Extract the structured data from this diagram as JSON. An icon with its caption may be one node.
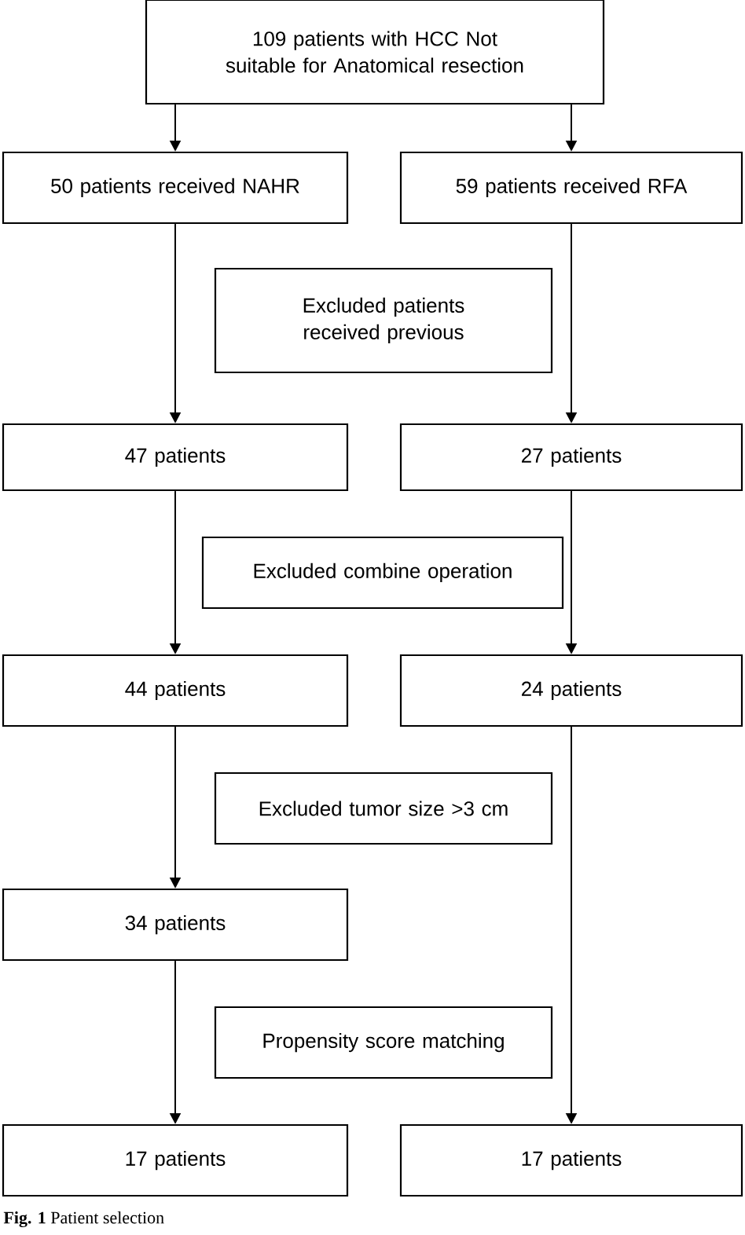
{
  "diagram": {
    "caption": "**Fig. 1** Patient selection",
    "nodes": [
      {
        "text": [
          "109 patients with HCC Not suitable for Anatomical resection"
        ]
      },
      {
        "text": [
          "50 patients received NAHR"
        ]
      },
      {
        "text": [
          "59 patients received RFA"
        ]
      },
      {
        "text": [
          "Excluded patients received previous"
        ]
      },
      {
        "text": [
          "47 patients"
        ]
      },
      {
        "text": [
          "27 patients"
        ]
      },
      {
        "text": [
          "Excluded combine operation"
        ]
      },
      {
        "text": [
          "44 patients"
        ]
      },
      {
        "text": [
          "24 patients"
        ]
      },
      {
        "text": [
          "Excluded tumor size >3 cm"
        ]
      },
      {
        "text": [
          "34 patients"
        ]
      },
      {
        "text": [
          "Propensity score matching"
        ]
      },
      {
        "text": [
          "17 patients"
        ]
      },
      {
        "text": [
          "17 patients"
        ]
      }
    ],
    "edges": [
      {
        "from": 0,
        "to": 1,
        "arrow": "to"
      },
      {
        "from": 0,
        "to": 2,
        "arrow": "to"
      },
      {
        "from": 1,
        "to": 4,
        "arrow": "to"
      },
      {
        "from": 2,
        "to": 5,
        "arrow": "to"
      },
      {
        "from": 4,
        "to": 7,
        "arrow": "to"
      },
      {
        "from": 5,
        "to": 8,
        "arrow": "to"
      },
      {
        "from": 7,
        "to": 10,
        "arrow": "to"
      },
      {
        "from": 10,
        "to": 12,
        "arrow": "to"
      },
      {
        "from": 8,
        "to": 13,
        "arrow": "to"
      }
    ]
  }
}
